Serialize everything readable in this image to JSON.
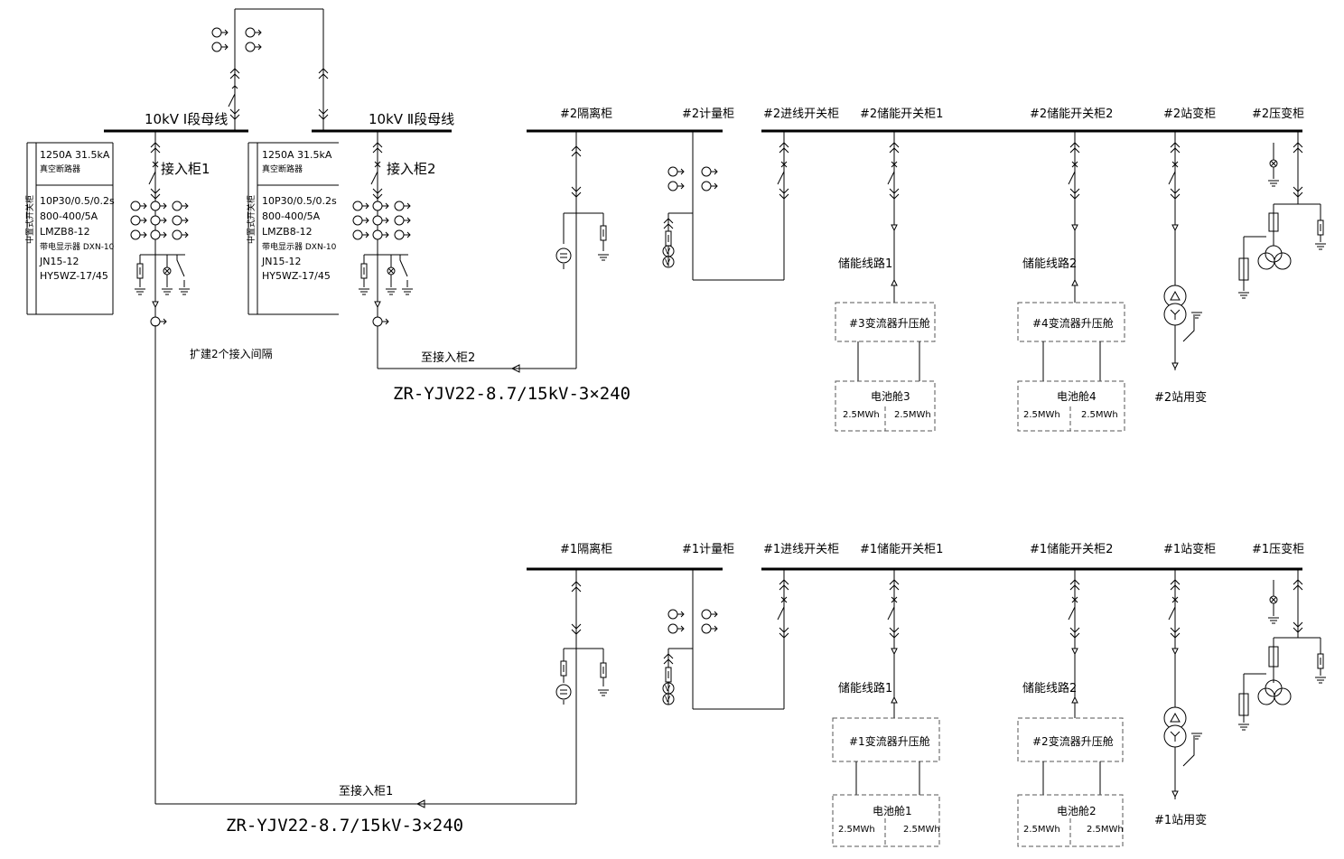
{
  "left": {
    "bus1_label": "10kV Ⅰ段母线",
    "bus2_label": "10kV Ⅱ段母线",
    "panel1": {
      "breaker_rating": "1250A 31.5kA",
      "breaker_name": "真空断路器",
      "ct_spec": "10P30/0.5/0.2s",
      "ct_ratio": "800-400/5A",
      "ct_model": "LMZB8-12",
      "indicator": "带电显示器 DXN-10",
      "switch_model": "JN15-12",
      "arrester_model": "HY5WZ-17/45",
      "side_label": "中置式开关柜",
      "cabinet_label": "接入柜1"
    },
    "panel2": {
      "breaker_rating": "1250A 31.5kA",
      "breaker_name": "真空断路器",
      "ct_spec": "10P30/0.5/0.2s",
      "ct_ratio": "800-400/5A",
      "ct_model": "LMZB8-12",
      "indicator": "带电显示器 DXN-10",
      "switch_model": "JN15-12",
      "arrester_model": "HY5WZ-17/45",
      "side_label": "中置式开关柜",
      "cabinet_label": "接入柜2"
    },
    "expand_note": "扩建2个接入间隔"
  },
  "upper": {
    "labels": {
      "isolation": "#2隔离柜",
      "metering": "#2计量柜",
      "incoming": "#2进线开关柜",
      "storage1": "#2储能开关柜1",
      "storage2": "#2储能开关柜2",
      "station": "#2站变柜",
      "voltage": "#2压变柜"
    },
    "line1": "储能线路1",
    "line2": "储能线路2",
    "conv1": "#3变流器升压舱",
    "conv2": "#4变流器升压舱",
    "battery1": "电池舱3",
    "battery2": "电池舱4",
    "cap_a": "2.5MWh",
    "cap_b": "2.5MWh",
    "cap_c": "2.5MWh",
    "cap_d": "2.5MWh",
    "station_transformer": "#2站用变",
    "to_cabinet": "至接入柜2",
    "cable": "ZR-YJV22-8.7/15kV-3×240"
  },
  "lower": {
    "labels": {
      "isolation": "#1隔离柜",
      "metering": "#1计量柜",
      "incoming": "#1进线开关柜",
      "storage1": "#1储能开关柜1",
      "storage2": "#1储能开关柜2",
      "station": "#1站变柜",
      "voltage": "#1压变柜"
    },
    "line1": "储能线路1",
    "line2": "储能线路2",
    "conv1": "#1变流器升压舱",
    "conv2": "#2变流器升压舱",
    "battery1": "电池舱1",
    "battery2": "电池舱2",
    "cap_a": "2.5MWh",
    "cap_b": "2.5MWh",
    "cap_c": "2.5MWh",
    "cap_d": "2.5MWh",
    "station_transformer": "#1站用变",
    "to_cabinet": "至接入柜1",
    "cable": "ZR-YJV22-8.7/15kV-3×240"
  }
}
